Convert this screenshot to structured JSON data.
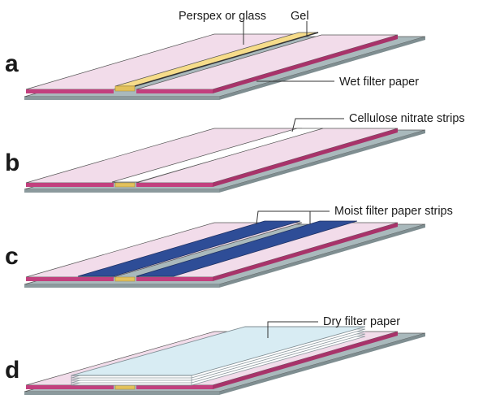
{
  "panels": [
    {
      "letter": "a",
      "labels": [
        "Perspex or glass",
        "Gel",
        "Wet filter paper"
      ]
    },
    {
      "letter": "b",
      "labels": [
        "Cellulose nitrate strips"
      ]
    },
    {
      "letter": "c",
      "labels": [
        "Moist filter paper strips"
      ]
    },
    {
      "letter": "d",
      "labels": [
        "Dry filter paper"
      ]
    }
  ],
  "colors": {
    "base_plate": "#a9b9bc",
    "base_plate_side": "#8b9a9d",
    "filter_paper_top": "#f2dcea",
    "filter_paper_side": "#c2407e",
    "gel": "#f6dc8a",
    "gel_side": "#e2c15c",
    "moist_strip": "#2e4d97",
    "dry_paper": "#d8ecf3",
    "dry_paper_edge": "#8e9aa0"
  }
}
